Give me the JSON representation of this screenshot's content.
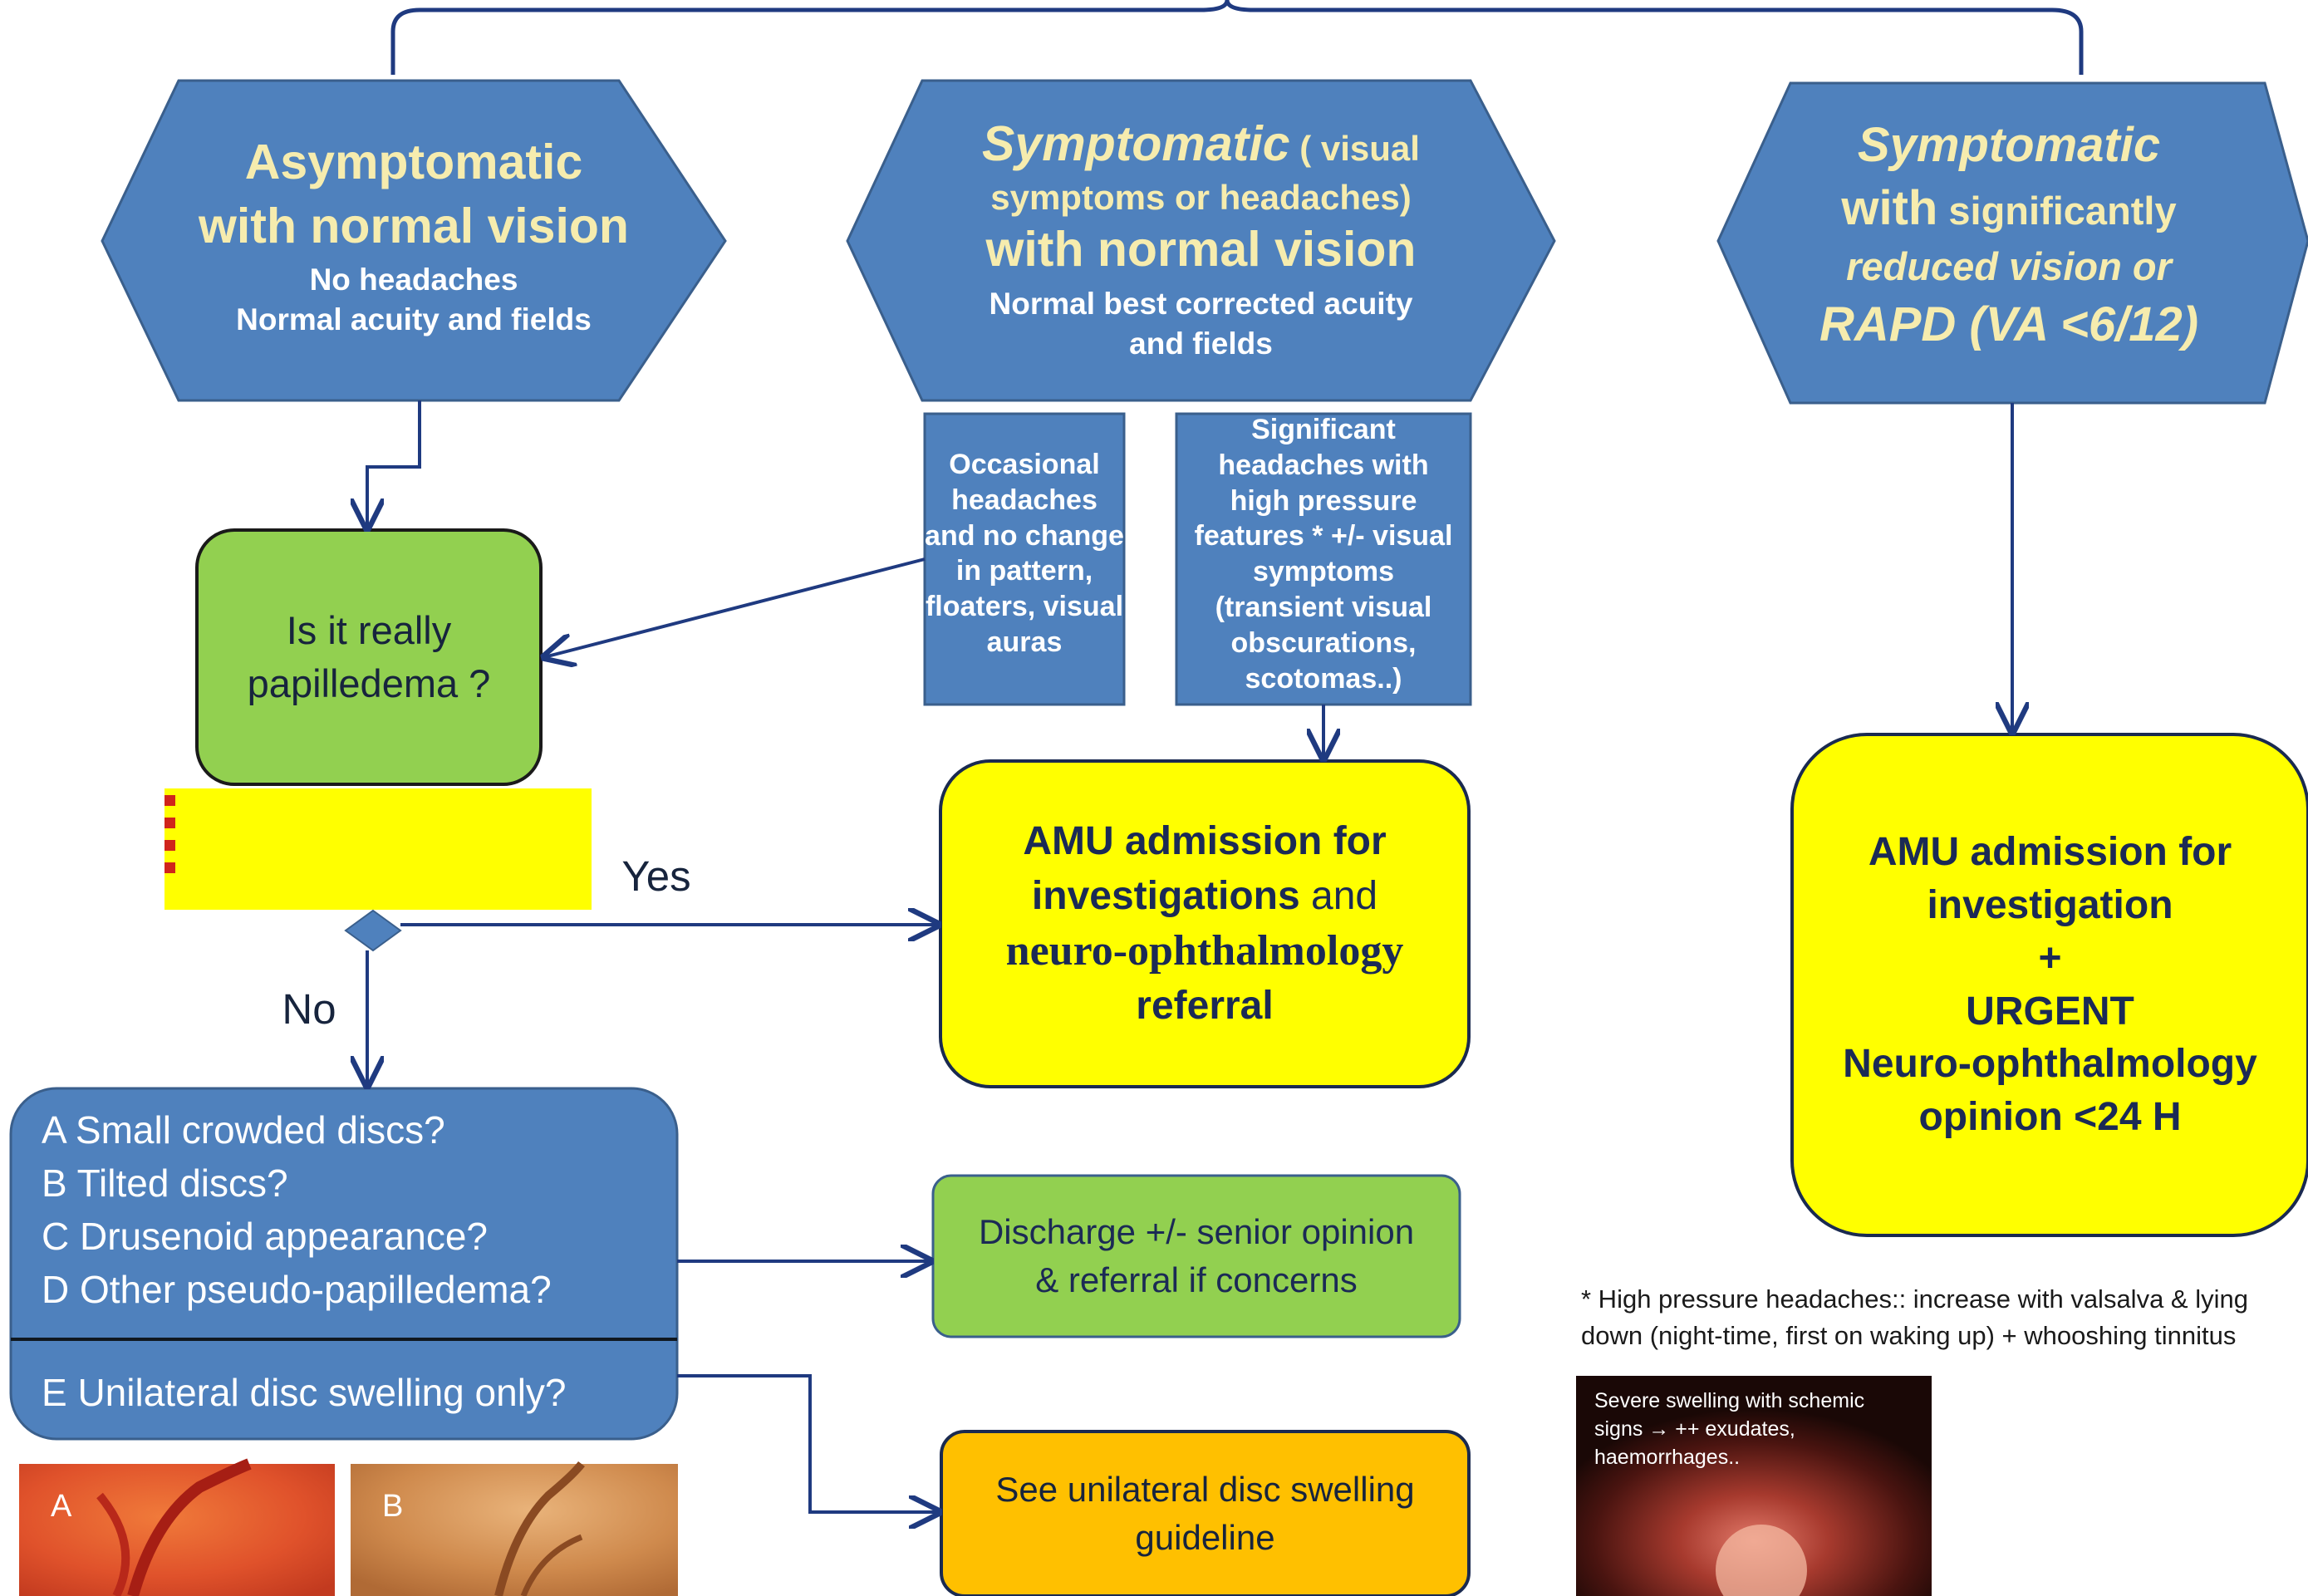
{
  "top_left": {
    "title_1": "Asymptomatic",
    "title_2": "with normal vision",
    "sub_1": "No headaches",
    "sub_2": "Normal acuity and fields"
  },
  "top_middle": {
    "title_bold": "Symptomatic",
    "title_paren": " ( visual",
    "line_2": "symptoms or headaches)",
    "line_3": "with normal vision",
    "sub_1": "Normal best corrected acuity",
    "sub_2": "and fields"
  },
  "top_right": {
    "line_1": "Symptomatic",
    "line_2_a": "with",
    "line_2_b": " significantly",
    "line_3": "reduced vision or",
    "line_4": "RAPD (VA <6/12)"
  },
  "occasional_box": [
    "Occasional",
    "headaches",
    "and no change",
    "in pattern,",
    "floaters, visual",
    "auras"
  ],
  "significant_box": [
    "Significant",
    "headaches with",
    "high pressure",
    "features * +/- visual",
    "symptoms",
    "(transient visual",
    "obscurations,",
    "scotomas..)"
  ],
  "papilledema_box": {
    "line_1": "Is it really",
    "line_2": "papilledema ?"
  },
  "decision_labels": {
    "yes": "Yes",
    "no": "No"
  },
  "amu_middle": {
    "line_1": "AMU admission for",
    "line_2_bold": "investigations",
    "line_2_rest": " and",
    "line_3": "neuro-ophthalmology",
    "line_4": "referral"
  },
  "amu_right": [
    "AMU admission for",
    "investigation",
    "+",
    "URGENT",
    "Neuro-ophthalmology",
    "opinion <24 H"
  ],
  "pseudo_box": {
    "items": [
      "A Small crowded discs?",
      "B Tilted discs?",
      "C Drusenoid appearance?",
      "D Other pseudo-papilledema?"
    ],
    "unilateral": "E Unilateral disc swelling only?"
  },
  "discharge_box": {
    "line_1": "Discharge +/- senior opinion",
    "line_2": "& referral if concerns"
  },
  "unilateral_box": {
    "line_1": "See unilateral disc swelling",
    "line_2": "guideline"
  },
  "footnote": {
    "line_1": "* High pressure headaches::  increase with valsalva  & lying",
    "line_2": "down (night-time, first on waking up) + whooshing tinnitus"
  },
  "photos": {
    "a_label": "A",
    "b_label": "B"
  },
  "severe_caption": {
    "line_1": "Severe swelling  with schemic",
    "line_2": "signs → ++ exudates,",
    "line_3": "haemorrhages.."
  },
  "colors": {
    "blue_fill": "#4f81bd",
    "blue_stroke": "#3a5f8c",
    "green_fill": "#92d050",
    "yellow_fill": "#ffff00",
    "orange_fill": "#ffc000",
    "navy_line": "#1f3a80"
  }
}
